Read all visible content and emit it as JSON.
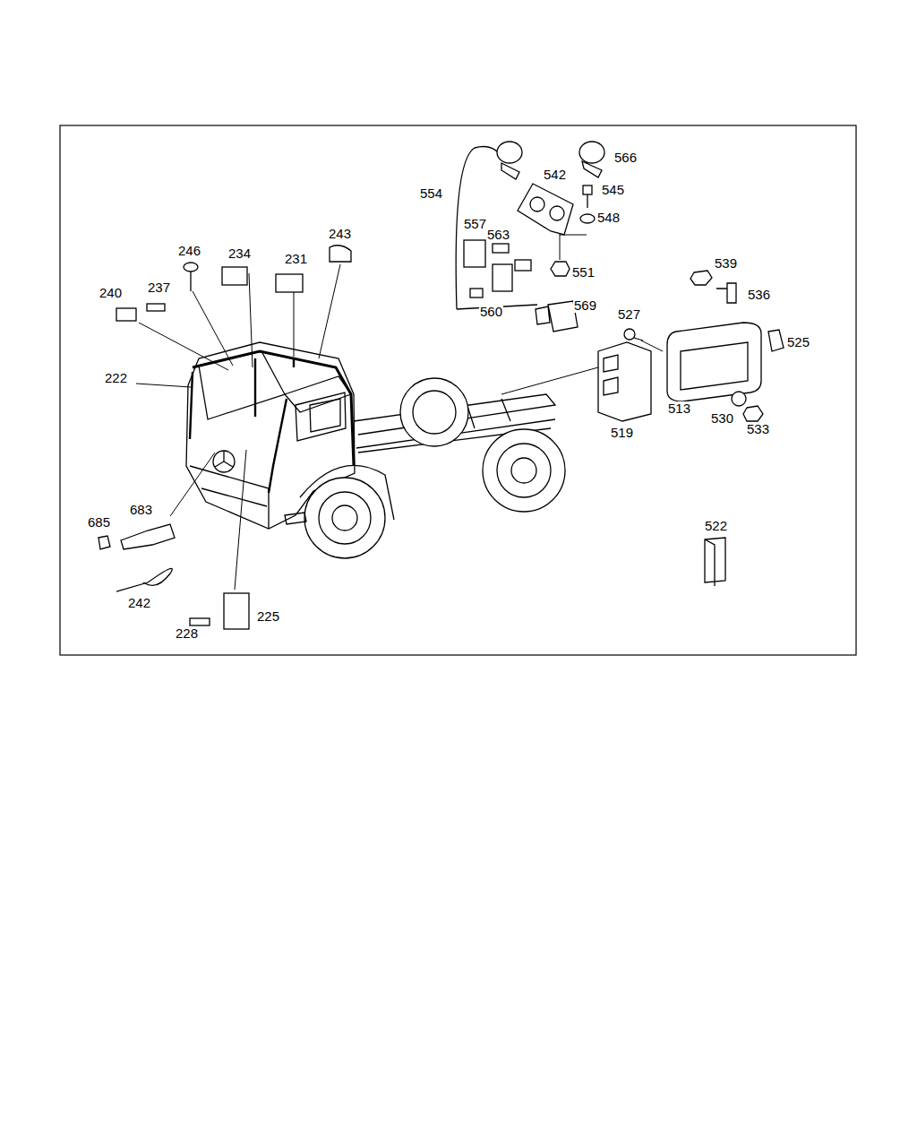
{
  "diagram": {
    "labels": [
      "554",
      "566",
      "542",
      "545",
      "548",
      "557",
      "563",
      "551",
      "560",
      "569",
      "539",
      "536",
      "527",
      "525",
      "513",
      "530",
      "533",
      "519",
      "522",
      "246",
      "234",
      "231",
      "243",
      "240",
      "237",
      "222",
      "683",
      "685",
      "242",
      "225",
      "228"
    ]
  }
}
